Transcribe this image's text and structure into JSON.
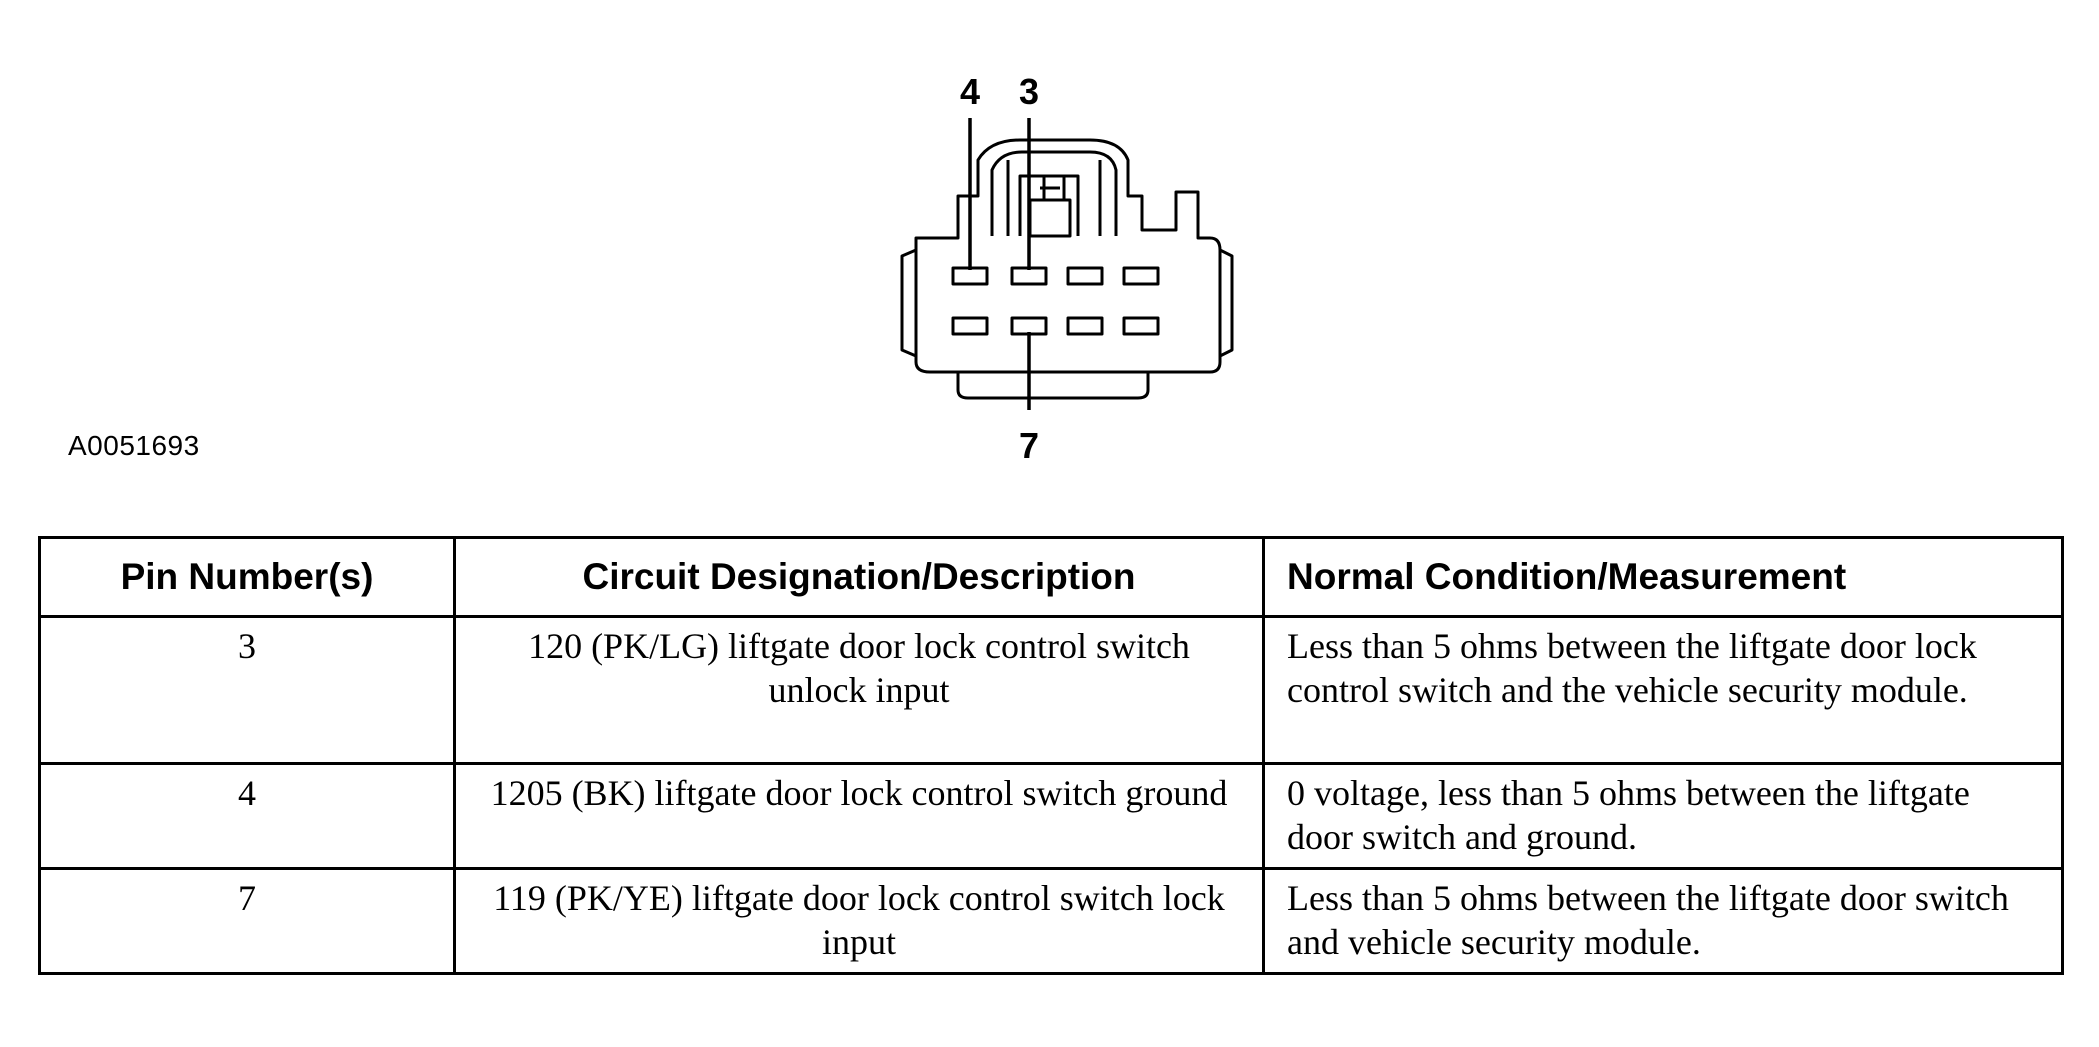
{
  "diagram": {
    "pin_callouts": {
      "top_left": "4",
      "top_right": "3",
      "bottom": "7"
    },
    "figure_code": "A0051693"
  },
  "table": {
    "headers": {
      "pin": "Pin Number(s)",
      "circuit": "Circuit Designation/Description",
      "condition": "Normal Condition/Measurement"
    },
    "rows": [
      {
        "pin": "3",
        "circuit": "120 (PK/LG) liftgate door lock control switch unlock input",
        "condition": "Less than 5 ohms between the liftgate door lock control switch and the vehicle security module."
      },
      {
        "pin": "4",
        "circuit": "1205 (BK) liftgate door lock control switch ground",
        "condition": "0 voltage, less than 5 ohms between the liftgate door switch and ground."
      },
      {
        "pin": "7",
        "circuit": "119 (PK/YE) liftgate door lock control switch lock input",
        "condition": "Less than 5 ohms between the liftgate door switch and vehicle security module."
      }
    ]
  }
}
